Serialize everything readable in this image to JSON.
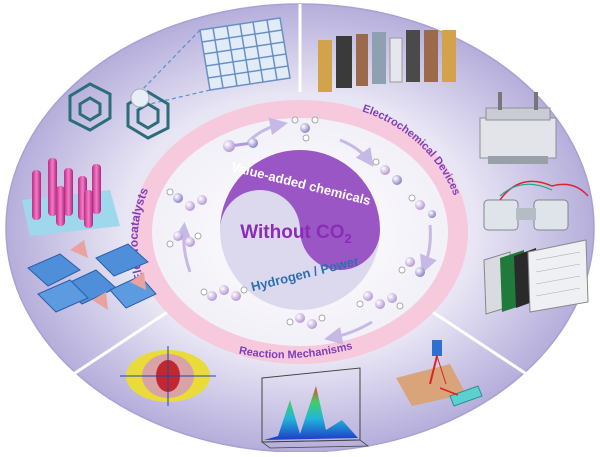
{
  "center": {
    "title": "Without CO",
    "title_subscript": "2",
    "upper_text": "Value-added chemicals",
    "lower_text": "Hydrogen / Power"
  },
  "ring_labels": {
    "electrocatalysts": "Electrocatalysts",
    "electrochemical_devices": "Electrochemical Devices",
    "reaction_mechanisms": "Reaction Mechanisms"
  },
  "colors": {
    "outer_disc_edge": "#b9b2dc",
    "outer_disc_center": "#e9e7f4",
    "pink_ring": "#f6c9dc",
    "label_text": "#7b3fb8",
    "yin": "#9a56c4",
    "yang": "#dcd9ee",
    "center_title": "#8a2cb4",
    "lower_text": "#2e6fb0"
  },
  "icons": [
    "grid-lattice-icon",
    "cage-molecule-icon",
    "pillar-array-icon",
    "crystal-framework-icon",
    "fuel-cell-stack-icon",
    "flow-reactor-icon",
    "h-cell-icon",
    "membrane-electrode-icon",
    "polar-plot-icon",
    "surface-3d-plot-icon",
    "laser-spectroscopy-icon",
    "molecule-icon"
  ]
}
